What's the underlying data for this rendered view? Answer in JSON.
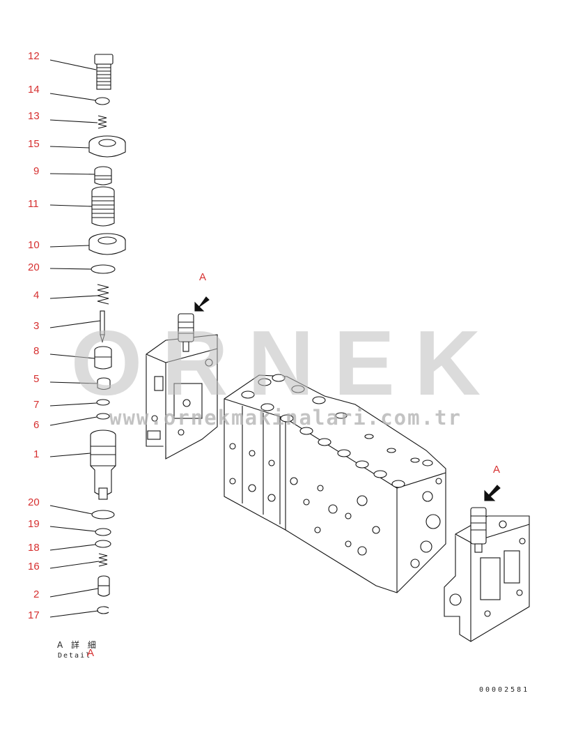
{
  "callouts": [
    {
      "label": "12"
    },
    {
      "label": "14"
    },
    {
      "label": "13"
    },
    {
      "label": "15"
    },
    {
      "label": "9"
    },
    {
      "label": "11"
    },
    {
      "label": "10"
    },
    {
      "label": "20"
    },
    {
      "label": "4"
    },
    {
      "label": "3"
    },
    {
      "label": "8"
    },
    {
      "label": "5"
    },
    {
      "label": "7"
    },
    {
      "label": "6"
    },
    {
      "label": "1"
    },
    {
      "label": "20"
    },
    {
      "label": "19"
    },
    {
      "label": "18"
    },
    {
      "label": "16"
    },
    {
      "label": "2"
    },
    {
      "label": "17"
    }
  ],
  "view_markers": [
    {
      "label": "A"
    },
    {
      "label": "A"
    }
  ],
  "detail": {
    "jp": "A 詳 細",
    "en": "Detail",
    "ref": "A"
  },
  "document_number": "00002581",
  "watermark": {
    "text": "ORNEK",
    "url": "www.ornekmakinalari.com.tr"
  },
  "colors": {
    "callout": "#d62f2f",
    "line": "#111111",
    "watermark": "#bebebe"
  }
}
